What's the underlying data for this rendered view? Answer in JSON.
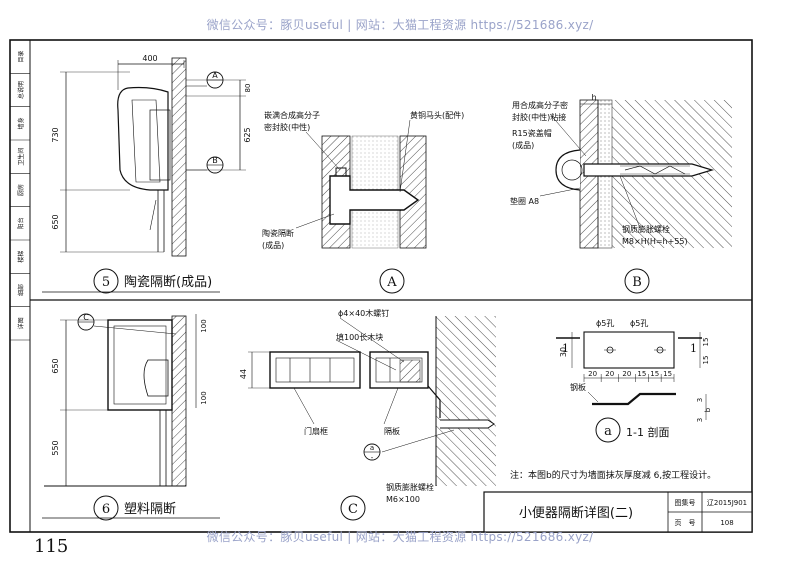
{
  "watermark": {
    "text": "微信公众号：豚贝useful | 网站：大猫工程资源 https://521686.xyz/"
  },
  "page_number": "115",
  "sidebar": [
    "目录",
    "总说明",
    "墙身",
    "卫生间",
    "厨房",
    "阳台",
    "楼梯",
    "细部",
    "详图"
  ],
  "detail5": {
    "number": "5",
    "title": "陶瓷隔断(成品)",
    "dims": {
      "width": "400",
      "top": "730",
      "bottom": "650",
      "a_gap": "80",
      "a_b": "625"
    },
    "sec_a": "A",
    "sec_b": "B"
  },
  "detailA": {
    "label": "A",
    "note1": "嵌满合成高分子",
    "note2": "密封胶(中性)",
    "note3": "黄铜马头(配件)",
    "note4": "陶瓷隔断",
    "note5": "(成品)"
  },
  "detailB": {
    "label": "B",
    "note1": "用合成高分子密",
    "note2": "封胶(中性)粘接",
    "note3": "R15瓷盖帽",
    "note4": "(成品)",
    "note5": "垫圈 A8",
    "note6": "钢质膨胀螺栓",
    "note7": "M8×H(H=h+55)",
    "dim_h": "h"
  },
  "detail6": {
    "number": "6",
    "title": "塑料隔断",
    "dims": {
      "top": "650",
      "bottom": "550",
      "d1": "100",
      "d2": "100"
    },
    "sec_c": "C"
  },
  "detailC": {
    "label": "C",
    "note1": "ϕ4×40木螺钉",
    "note2": "填100长木块",
    "note3": "门扇框",
    "note4": "隔板",
    "note5": "钢质膨胀螺栓",
    "note6": "M6×100",
    "dim44": "44",
    "ref_top": "a",
    "ref_bot": "-"
  },
  "detailSec": {
    "hole1": "ϕ5孔",
    "hole2": "ϕ5孔",
    "dim30": "30",
    "dims_bottom": [
      "20",
      "20",
      "20",
      "15",
      "15",
      "15"
    ],
    "dims_right": [
      "15",
      "15"
    ],
    "steel": "钢板",
    "thk": [
      "3",
      "b",
      "3"
    ],
    "cut": "1",
    "label": "a",
    "title": "1-1 剖面"
  },
  "note": "注：本图b的尺寸为墙面抹灰厚度减 6,按工程设计。",
  "titleblock": {
    "title": "小便器隔断详图(二)",
    "atlas_label": "图集号",
    "atlas_value": "辽2015J901",
    "page_label": "页　号",
    "page_value": "108"
  }
}
